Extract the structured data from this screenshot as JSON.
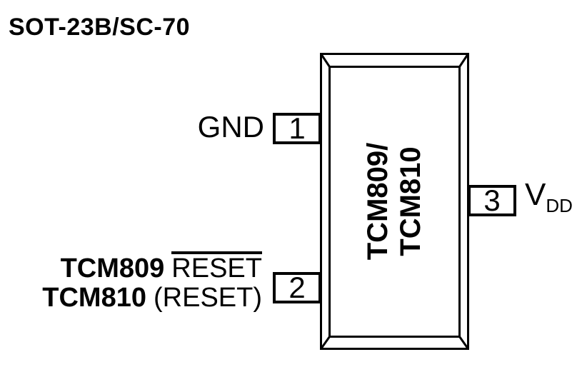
{
  "title": "SOT-23B/SC-70",
  "colors": {
    "ink": "#000000",
    "background": "#ffffff"
  },
  "chip": {
    "name_line1": "TCM809/",
    "name_line2": "TCM810"
  },
  "pins": {
    "pin1": {
      "number": "1",
      "side": "left",
      "label": "GND"
    },
    "pin2": {
      "number": "2",
      "side": "left",
      "line1": {
        "device": "TCM809",
        "signal": "RESET",
        "signal_overline": true
      },
      "line2": {
        "device": "TCM810",
        "signal": "(RESET)",
        "signal_overline": false
      }
    },
    "pin3": {
      "number": "3",
      "side": "right",
      "label": "V",
      "label_subscript": "DD"
    }
  }
}
